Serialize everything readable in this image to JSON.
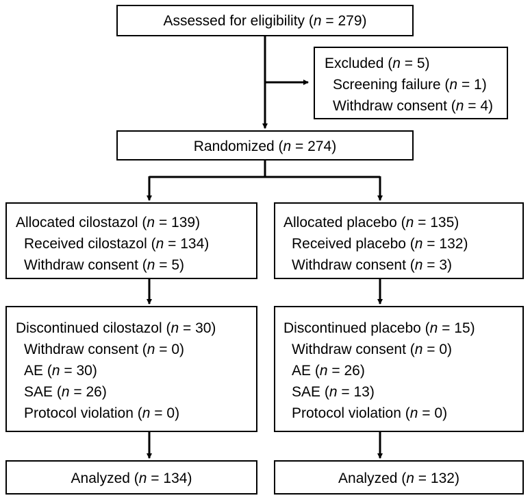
{
  "assessed": {
    "label": "Assessed for eligibility",
    "n": "279"
  },
  "excluded": {
    "label": "Excluded",
    "n": "5",
    "reasons": [
      {
        "label": "Screening failure",
        "n": "1"
      },
      {
        "label": "Withdraw consent",
        "n": "4"
      }
    ]
  },
  "randomized": {
    "label": "Randomized",
    "n": "274"
  },
  "left": {
    "allocated": {
      "label": "Allocated cilostazol",
      "n": "139",
      "items": [
        {
          "label": "Received cilostazol",
          "n": "134"
        },
        {
          "label": "Withdraw consent",
          "n": "5"
        }
      ]
    },
    "discontinued": {
      "label": "Discontinued cilostazol",
      "n": "30",
      "items": [
        {
          "label": "Withdraw consent",
          "n": "0"
        },
        {
          "label": "AE",
          "n": "30"
        },
        {
          "label": "SAE",
          "n": "26"
        },
        {
          "label": "Protocol violation",
          "n": "0"
        }
      ]
    },
    "analyzed": {
      "label": "Analyzed",
      "n": "134"
    }
  },
  "right": {
    "allocated": {
      "label": "Allocated placebo",
      "n": "135",
      "items": [
        {
          "label": "Received placebo",
          "n": "132"
        },
        {
          "label": "Withdraw consent",
          "n": "3"
        }
      ]
    },
    "discontinued": {
      "label": "Discontinued placebo",
      "n": "15",
      "items": [
        {
          "label": "Withdraw consent",
          "n": "0"
        },
        {
          "label": "AE",
          "n": "26"
        },
        {
          "label": "SAE",
          "n": "13"
        },
        {
          "label": "Protocol violation",
          "n": "0"
        }
      ]
    },
    "analyzed": {
      "label": "Analyzed",
      "n": "132"
    }
  },
  "n_symbol": "n",
  "n_sep": " = "
}
